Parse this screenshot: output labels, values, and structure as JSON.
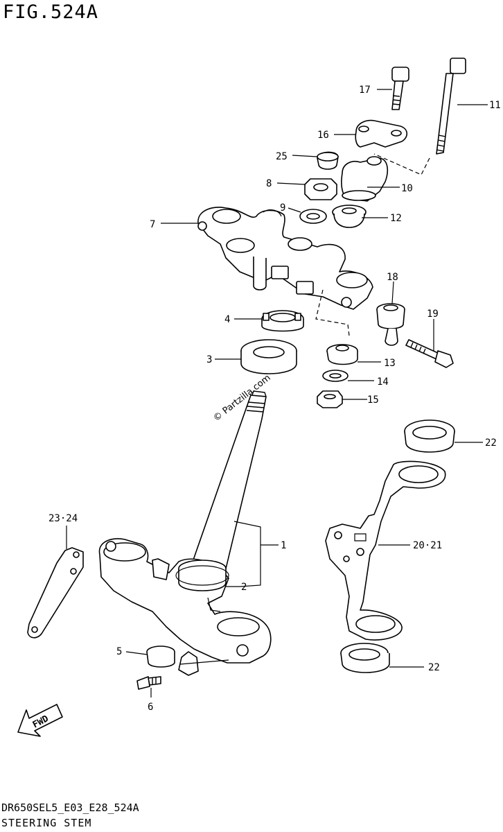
{
  "figure": {
    "title": "FIG.524A",
    "model_code": "DR650SEL5_E03_E28_524A",
    "section_name": "STEERING STEM",
    "watermark": "© Partzilla.com",
    "direction_label": "FWD"
  },
  "callouts": [
    {
      "id": "c1",
      "text": "1"
    },
    {
      "id": "c2",
      "text": "2"
    },
    {
      "id": "c3",
      "text": "3"
    },
    {
      "id": "c4",
      "text": "4"
    },
    {
      "id": "c5",
      "text": "5"
    },
    {
      "id": "c6",
      "text": "6"
    },
    {
      "id": "c7",
      "text": "7"
    },
    {
      "id": "c8",
      "text": "8"
    },
    {
      "id": "c9",
      "text": "9"
    },
    {
      "id": "c10",
      "text": "10"
    },
    {
      "id": "c11",
      "text": "11"
    },
    {
      "id": "c12",
      "text": "12"
    },
    {
      "id": "c13",
      "text": "13"
    },
    {
      "id": "c14",
      "text": "14"
    },
    {
      "id": "c15",
      "text": "15"
    },
    {
      "id": "c16",
      "text": "16"
    },
    {
      "id": "c17",
      "text": "17"
    },
    {
      "id": "c18",
      "text": "18"
    },
    {
      "id": "c19",
      "text": "19"
    },
    {
      "id": "c20",
      "text": "20·21"
    },
    {
      "id": "c22a",
      "text": "22"
    },
    {
      "id": "c22b",
      "text": "22"
    },
    {
      "id": "c23",
      "text": "23·24"
    },
    {
      "id": "c25",
      "text": "25"
    }
  ]
}
